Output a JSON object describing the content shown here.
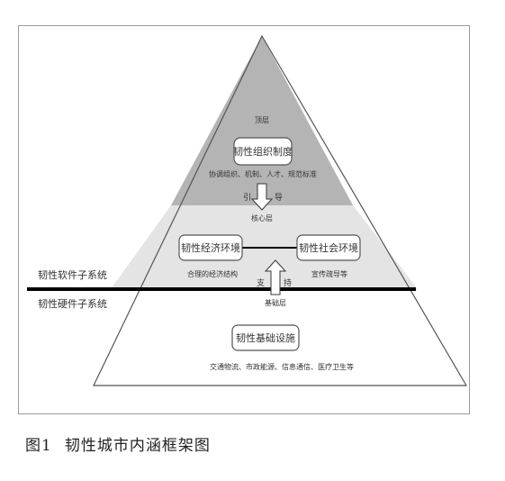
{
  "pyramid": {
    "top_layer": {
      "label": "顶层",
      "box": "韧性组织制度",
      "desc": "协调组织、机制、人才、规范标准"
    },
    "arrow_down": {
      "left": "引",
      "right": "导"
    },
    "core_layer": {
      "label": "核心层",
      "left_box": "韧性经济环境",
      "left_desc": "合理的经济结构",
      "right_box": "韧性社会环境",
      "right_desc": "宣传疏导等"
    },
    "arrow_up": {
      "left": "支",
      "right": "持"
    },
    "base_layer": {
      "label": "基础层",
      "box": "韧性基础设施",
      "desc": "交通物流、市政能源、信息通信、医疗卫生等"
    },
    "divider": {
      "upper_label": "韧性软件子系统",
      "lower_label": "韧性硬件子系统"
    }
  },
  "caption": {
    "number": "图1",
    "title": "韧性城市内涵框架图"
  },
  "colors": {
    "top": "#b4b4b4",
    "middle": "#e4e4e4",
    "bottom": "#ffffff",
    "line": "#000000"
  }
}
